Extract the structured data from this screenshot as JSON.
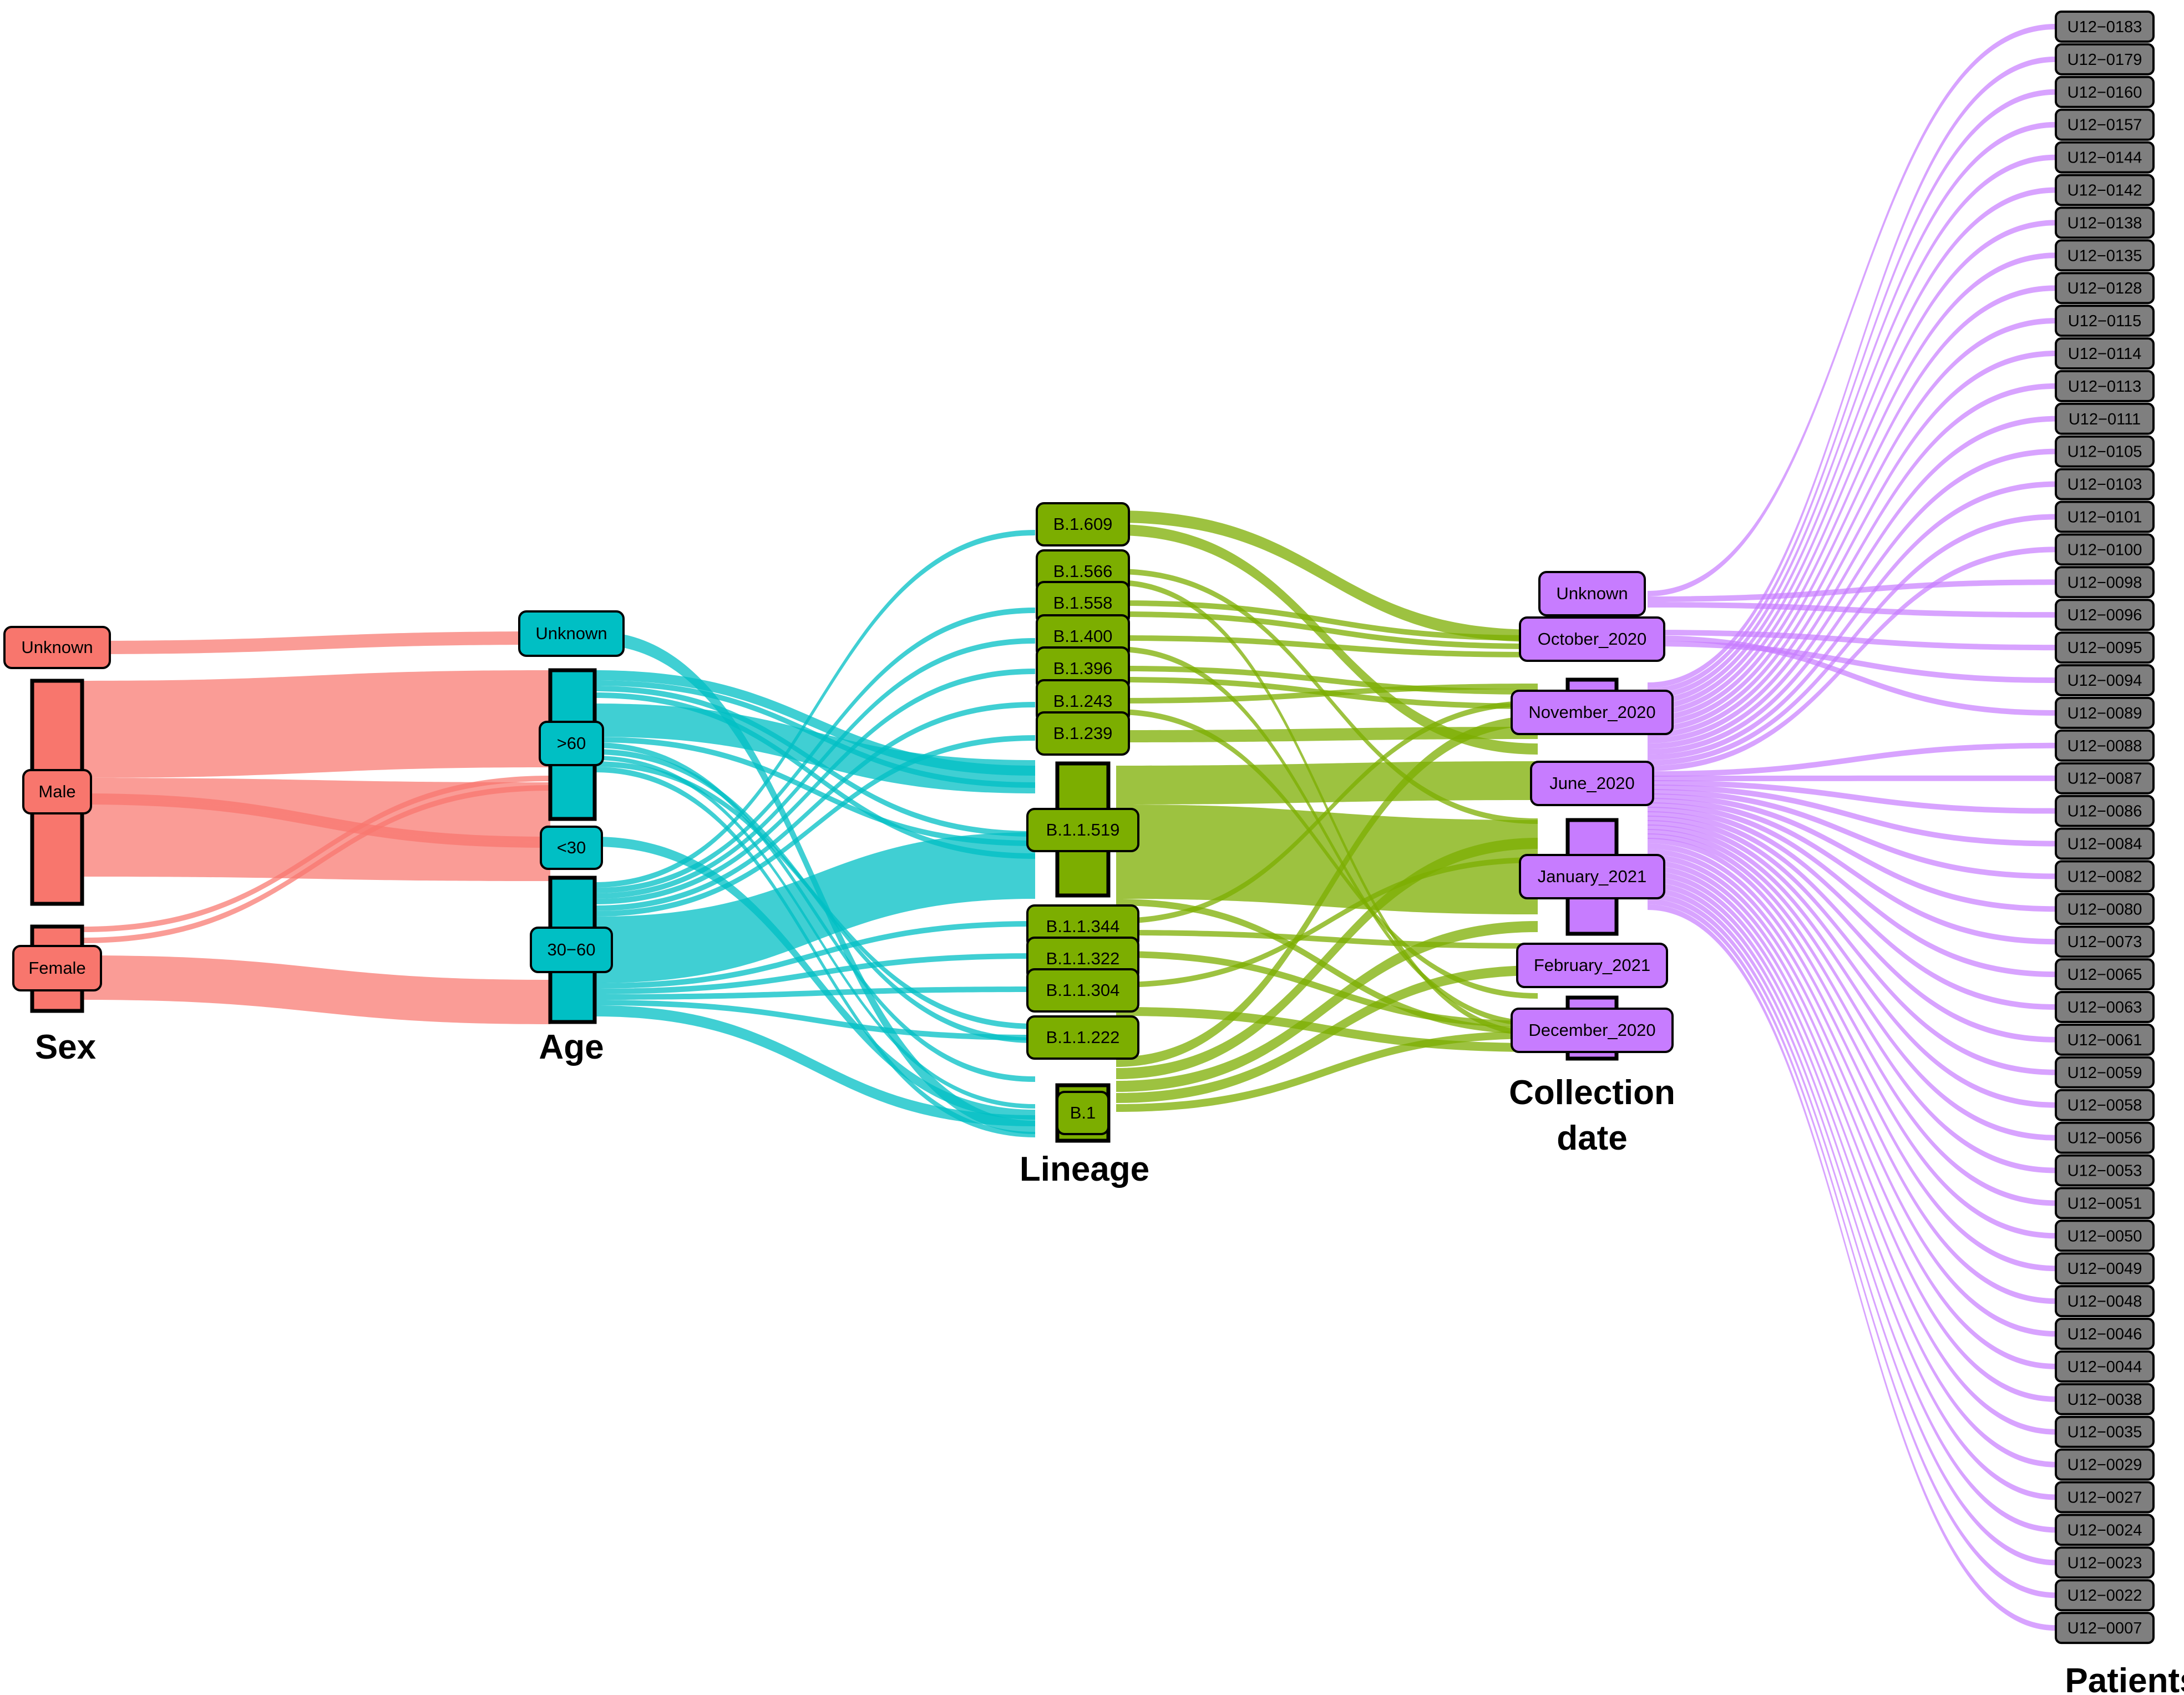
{
  "axes": {
    "sex": "Sex",
    "age": "Age",
    "lineage": "Lineage",
    "collection_line1": "Collection",
    "collection_line2": "date",
    "patients": "Patients"
  },
  "colors": {
    "sex": "#f8766d",
    "age": "#00bfc4",
    "lineage": "#7cae00",
    "collection": "#c77cff",
    "patients": "#7f7f7f"
  },
  "sex": [
    "Unknown",
    "Male",
    "Female"
  ],
  "age": [
    "Unknown",
    ">60",
    "<30",
    "30−60"
  ],
  "lineage": [
    "B.1.609",
    "B.1.566",
    "B.1.558",
    "B.1.400",
    "B.1.396",
    "B.1.243",
    "B.1.239",
    "B.1.1.519",
    "B.1.1.344",
    "B.1.1.322",
    "B.1.1.304",
    "B.1.1.222",
    "B.1"
  ],
  "collection": [
    "Unknown",
    "October_2020",
    "November_2020",
    "June_2020",
    "January_2021",
    "February_2021",
    "December_2020"
  ],
  "patients": [
    "U12−0183",
    "U12−0179",
    "U12−0160",
    "U12−0157",
    "U12−0144",
    "U12−0142",
    "U12−0138",
    "U12−0135",
    "U12−0128",
    "U12−0115",
    "U12−0114",
    "U12−0113",
    "U12−0111",
    "U12−0105",
    "U12−0103",
    "U12−0101",
    "U12−0100",
    "U12−0098",
    "U12−0096",
    "U12−0095",
    "U12−0094",
    "U12−0089",
    "U12−0088",
    "U12−0087",
    "U12−0086",
    "U12−0084",
    "U12−0082",
    "U12−0080",
    "U12−0073",
    "U12−0065",
    "U12−0063",
    "U12−0061",
    "U12−0059",
    "U12−0058",
    "U12−0056",
    "U12−0053",
    "U12−0051",
    "U12−0050",
    "U12−0049",
    "U12−0048",
    "U12−0046",
    "U12−0044",
    "U12−0038",
    "U12−0035",
    "U12−0029",
    "U12−0027",
    "U12−0024",
    "U12−0023",
    "U12−0022",
    "U12−0007"
  ]
}
